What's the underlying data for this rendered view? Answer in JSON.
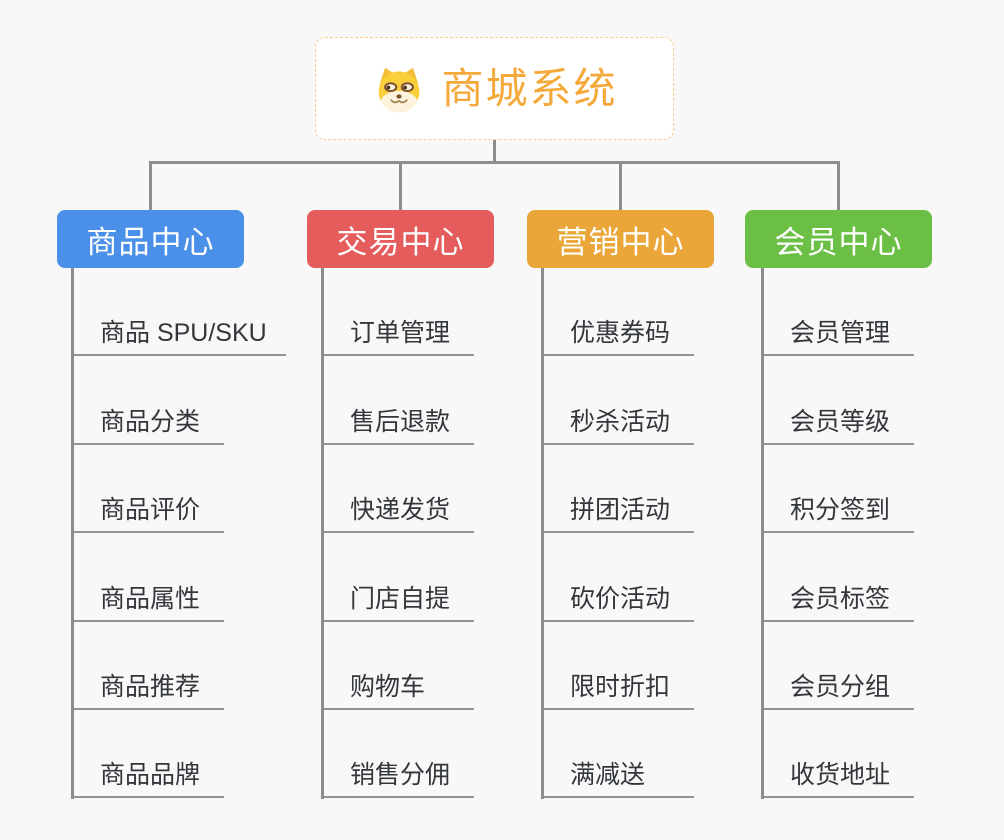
{
  "canvas": {
    "background": "#f8f8f8",
    "connector_color": "#8d8d8d"
  },
  "root": {
    "label": "商城系统",
    "icon": "shiba-dog-icon",
    "text_color": "#F5A93B",
    "border_color": "#f7ce8e"
  },
  "branches": [
    {
      "label": "商品中心",
      "color": "#4A90E8",
      "items": [
        "商品 SPU/SKU",
        "商品分类",
        "商品评价",
        "商品属性",
        "商品推荐",
        "商品品牌"
      ]
    },
    {
      "label": "交易中心",
      "color": "#E45C5C",
      "items": [
        "订单管理",
        "售后退款",
        "快递发货",
        "门店自提",
        "购物车",
        "销售分佣"
      ]
    },
    {
      "label": "营销中心",
      "color": "#EAA638",
      "items": [
        "优惠券码",
        "秒杀活动",
        "拼团活动",
        "砍价活动",
        "限时折扣",
        "满减送"
      ]
    },
    {
      "label": "会员中心",
      "color": "#6CBF45",
      "items": [
        "会员管理",
        "会员等级",
        "积分签到",
        "会员标签",
        "会员分组",
        "收货地址"
      ]
    }
  ]
}
